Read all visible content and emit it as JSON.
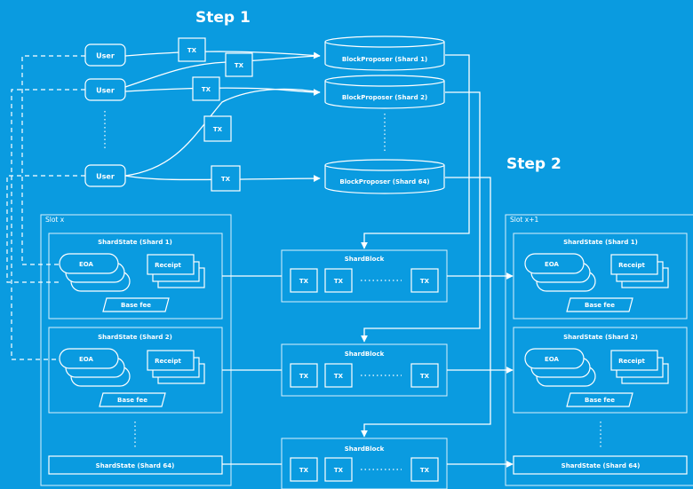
{
  "colors": {
    "background": "#0a9be0",
    "stroke": "#ffffff"
  },
  "steps": {
    "step1": "Step 1",
    "step2": "Step 2"
  },
  "users": {
    "label": "User"
  },
  "tx_label": "TX",
  "block_proposers": {
    "shard1": "BlockProposer (Shard 1)",
    "shard2": "BlockProposer (Shard 2)",
    "shard64": "BlockProposer (Shard 64)"
  },
  "slots": {
    "left": "Slot x",
    "right": "Slot x+1"
  },
  "shard_states": {
    "shard1": "ShardState (Shard 1)",
    "shard2": "ShardState (Shard 2)",
    "shard64": "ShardState (Shard 64)"
  },
  "state_items": {
    "eoa": "EOA",
    "receipt": "Receipt",
    "base_fee": "Base fee"
  },
  "shard_block": {
    "label": "ShardBlock"
  }
}
